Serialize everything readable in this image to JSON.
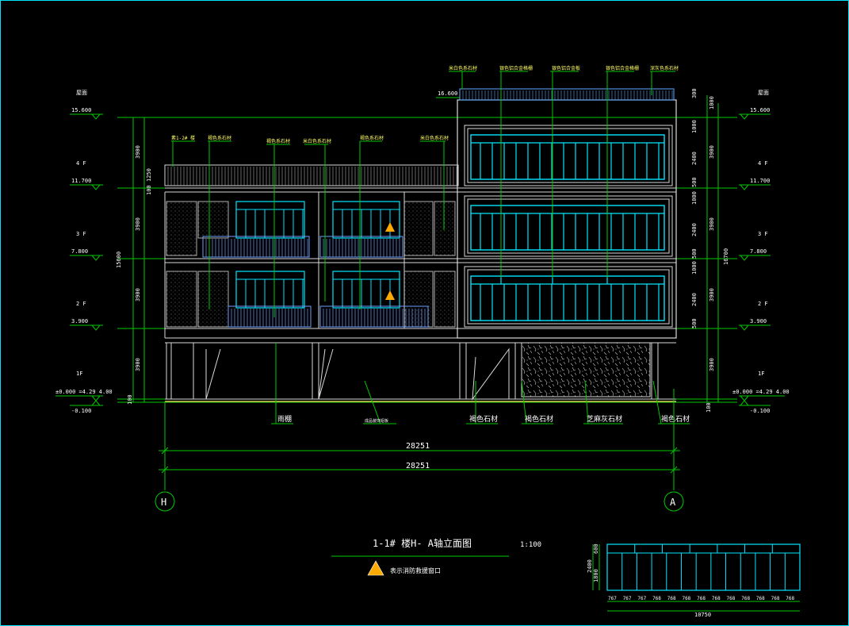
{
  "drawing": {
    "title": "1-1# 楼H- A轴立面图",
    "scale": "1:100",
    "legend_text": "表示消防救援窗口",
    "overall_width": "28251",
    "overall_width_2": "28251",
    "axis_left": "H",
    "axis_right": "A"
  },
  "left_levels": {
    "roof": {
      "name": "屋面",
      "elev": "15.600"
    },
    "f4": {
      "name": "4 F",
      "elev": "11.700"
    },
    "f3": {
      "name": "3 F",
      "elev": "7.800"
    },
    "f2": {
      "name": "2 F",
      "elev": "3.900"
    },
    "f1": {
      "name": "1F",
      "elev": "±0.000 =4.29 4.00"
    },
    "ground": {
      "elev": "-0.100"
    }
  },
  "right_levels": {
    "roof": {
      "name": "屋面",
      "elev": "15.600"
    },
    "f4": {
      "name": "4 F",
      "elev": "11.700"
    },
    "f3": {
      "name": "3 F",
      "elev": "7.800"
    },
    "f2": {
      "name": "2 F",
      "elev": "3.900"
    },
    "f1": {
      "name": "1F",
      "elev": "±0.000 =4.29 4.00"
    },
    "ground": {
      "elev": "-0.100"
    },
    "parapet_elev": "16.600"
  },
  "left_dims": {
    "total": "15600",
    "d1": "3900",
    "d2": "1250",
    "d3": "100",
    "d4": "3900",
    "d5": "3900",
    "d6": "3900",
    "d7": "100"
  },
  "right_dims": {
    "total": "16700",
    "d1": "1000",
    "d2": "3900",
    "d3": "3900",
    "d4": "3900",
    "d5": "3900",
    "d6": "100",
    "s1": "1000",
    "s2": "2400",
    "s3": "500",
    "s4": "1000",
    "s5": "2400",
    "s6": "500",
    "s7": "1000",
    "s8": "2400",
    "s9": "500",
    "s10": "300"
  },
  "top_callouts": {
    "c1": "米白色系石材",
    "c2": "银色铝合金格栅",
    "c3": "银色铝合金板",
    "c4": "银色铝合金格栅",
    "c5": "深灰色系石材"
  },
  "mid_callouts": {
    "c1": "素1-2# 楼",
    "c2": "褐色系石材",
    "c3": "褐色系石材",
    "c4": "米白色系石材",
    "c5": "褐色系石材",
    "c6": "米白色系石材"
  },
  "bottom_callouts": {
    "c1": "雨棚",
    "c2": "成品装饰铝板",
    "c3": "褐色石材",
    "c4": "褐色石材",
    "c5": "芝麻灰石材",
    "c6": "褐色石材"
  },
  "detail": {
    "h1": "2400",
    "h2": "600",
    "h3": "1800",
    "widths": [
      "767",
      "767",
      "767",
      "768",
      "768",
      "768",
      "768",
      "768",
      "768",
      "768",
      "768",
      "768",
      "768"
    ],
    "total": "10750"
  }
}
